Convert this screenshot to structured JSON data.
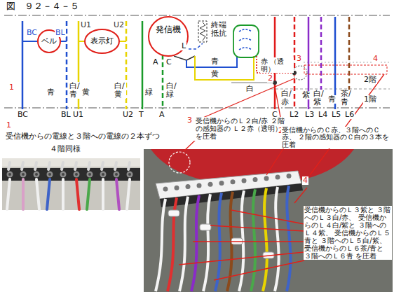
{
  "diagram": {
    "title": "図　９２－４－５",
    "nodes": [
      {
        "text": [
          "ベル"
        ]
      },
      {
        "text": [
          "表示灯"
        ]
      },
      {
        "text": [
          "発信機"
        ]
      }
    ],
    "labels": [
      "BC",
      "BL",
      "U1",
      "U2",
      "L",
      "A",
      "C",
      "終端 抵抗",
      "1",
      "青",
      "白/青",
      "黄",
      "白/黄",
      "緑",
      "白/緑",
      "青",
      "黄",
      "赤 （透明）",
      "白",
      "3",
      "4",
      "2階",
      "2",
      "白/赤",
      "紫",
      "白/紫",
      "青",
      "茶/青",
      "1階",
      "BC",
      "BL",
      "U1",
      "U2",
      "T",
      "A",
      "C",
      "L2",
      "L3",
      "L4",
      "L5",
      "L6",
      "1",
      "受信機からの電線と３階への電線の２本ずつ",
      "3",
      "受信機からのＬ２白/赤 ２階の感知器の Ｌ２赤（透明）を圧着",
      "2",
      "受信機からのＣ赤、３階へのＣ赤、 ２階の感知器のＣ白の３本を圧着",
      "４階同様",
      "4",
      "受信機からのＬ３紫と ３階へのＬ３白/赤、 受信機からのＬ４白/紫と ３階へのＬ４紫、 受信機からのＬ５青と ３階へのＬ５白/紫、 受信機からのＬ６茶/青と ３階へのＬ６青 を圧着"
    ]
  }
}
